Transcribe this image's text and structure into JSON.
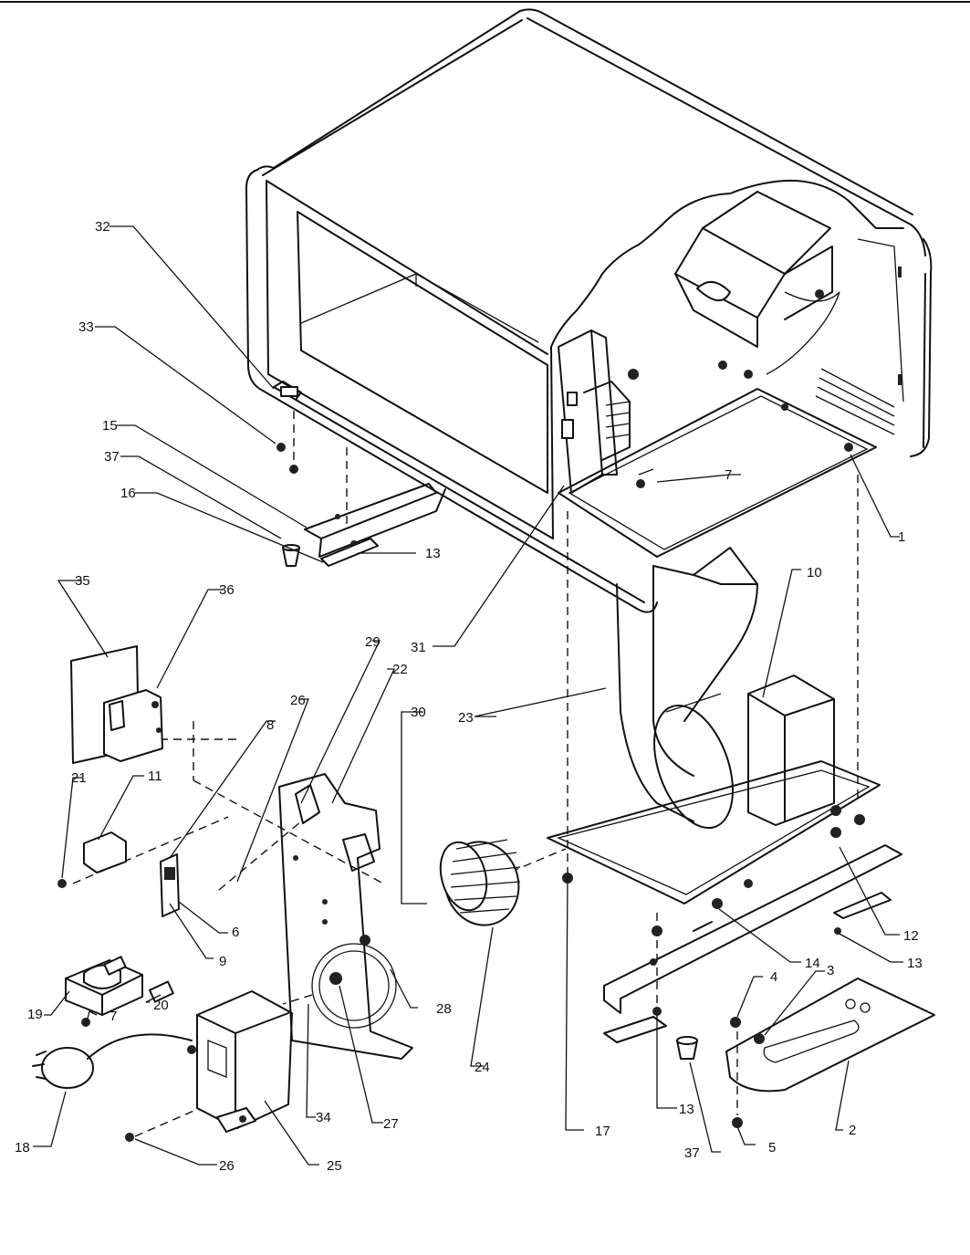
{
  "callouts": [
    "1",
    "2",
    "3",
    "4",
    "5",
    "6",
    "7",
    "7",
    "8",
    "9",
    "10",
    "11",
    "12",
    "13",
    "13",
    "13",
    "14",
    "15",
    "16",
    "17",
    "18",
    "19",
    "20",
    "21",
    "22",
    "23",
    "24",
    "25",
    "26",
    "26",
    "27",
    "28",
    "29",
    "30",
    "31",
    "32",
    "33",
    "34",
    "35",
    "36",
    "37",
    "37"
  ]
}
